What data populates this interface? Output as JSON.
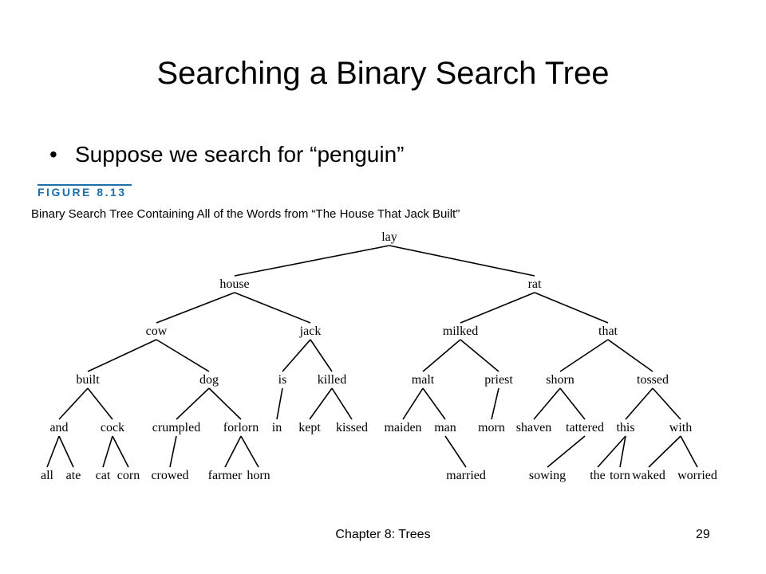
{
  "slide": {
    "title": "Searching a Binary Search Tree",
    "bullet_symbol": "•",
    "bullet_text": "Suppose we search for “penguin”"
  },
  "figure": {
    "label": "FIGURE 8.13",
    "caption": "Binary Search Tree Containing All of the Words from “The House That Jack Built”",
    "accent_color": "#1d6fa8"
  },
  "tree": {
    "nodes": [
      {
        "id": "lay",
        "label": "lay"
      },
      {
        "id": "house",
        "label": "house"
      },
      {
        "id": "rat",
        "label": "rat"
      },
      {
        "id": "cow",
        "label": "cow"
      },
      {
        "id": "jack",
        "label": "jack"
      },
      {
        "id": "milked",
        "label": "milked"
      },
      {
        "id": "that",
        "label": "that"
      },
      {
        "id": "built",
        "label": "built"
      },
      {
        "id": "dog",
        "label": "dog"
      },
      {
        "id": "is",
        "label": "is"
      },
      {
        "id": "killed",
        "label": "killed"
      },
      {
        "id": "malt",
        "label": "malt"
      },
      {
        "id": "priest",
        "label": "priest"
      },
      {
        "id": "shorn",
        "label": "shorn"
      },
      {
        "id": "tossed",
        "label": "tossed"
      },
      {
        "id": "and",
        "label": "and"
      },
      {
        "id": "cock",
        "label": "cock"
      },
      {
        "id": "crumpled",
        "label": "crumpled"
      },
      {
        "id": "forlorn",
        "label": "forlorn"
      },
      {
        "id": "in",
        "label": "in"
      },
      {
        "id": "kept",
        "label": "kept"
      },
      {
        "id": "kissed",
        "label": "kissed"
      },
      {
        "id": "maiden",
        "label": "maiden"
      },
      {
        "id": "man",
        "label": "man"
      },
      {
        "id": "morn",
        "label": "morn"
      },
      {
        "id": "shaven",
        "label": "shaven"
      },
      {
        "id": "tattered",
        "label": "tattered"
      },
      {
        "id": "this",
        "label": "this"
      },
      {
        "id": "with",
        "label": "with"
      },
      {
        "id": "all",
        "label": "all"
      },
      {
        "id": "ate",
        "label": "ate"
      },
      {
        "id": "cat",
        "label": "cat"
      },
      {
        "id": "corn",
        "label": "corn"
      },
      {
        "id": "crowed",
        "label": "crowed"
      },
      {
        "id": "farmer",
        "label": "farmer"
      },
      {
        "id": "horn",
        "label": "horn"
      },
      {
        "id": "married",
        "label": "married"
      },
      {
        "id": "sowing",
        "label": "sowing"
      },
      {
        "id": "the",
        "label": "the"
      },
      {
        "id": "torn",
        "label": "torn"
      },
      {
        "id": "waked",
        "label": "waked"
      },
      {
        "id": "worried",
        "label": "worried"
      }
    ],
    "edges": [
      [
        "lay",
        "house"
      ],
      [
        "lay",
        "rat"
      ],
      [
        "house",
        "cow"
      ],
      [
        "house",
        "jack"
      ],
      [
        "rat",
        "milked"
      ],
      [
        "rat",
        "that"
      ],
      [
        "cow",
        "built"
      ],
      [
        "cow",
        "dog"
      ],
      [
        "jack",
        "is"
      ],
      [
        "jack",
        "killed"
      ],
      [
        "milked",
        "malt"
      ],
      [
        "milked",
        "priest"
      ],
      [
        "that",
        "shorn"
      ],
      [
        "that",
        "tossed"
      ],
      [
        "built",
        "and"
      ],
      [
        "built",
        "cock"
      ],
      [
        "dog",
        "crumpled"
      ],
      [
        "dog",
        "forlorn"
      ],
      [
        "is",
        "in"
      ],
      [
        "killed",
        "kept"
      ],
      [
        "killed",
        "kissed"
      ],
      [
        "malt",
        "maiden"
      ],
      [
        "malt",
        "man"
      ],
      [
        "priest",
        "morn"
      ],
      [
        "shorn",
        "shaven"
      ],
      [
        "shorn",
        "tattered"
      ],
      [
        "tossed",
        "this"
      ],
      [
        "tossed",
        "with"
      ],
      [
        "and",
        "all"
      ],
      [
        "and",
        "ate"
      ],
      [
        "cock",
        "cat"
      ],
      [
        "cock",
        "corn"
      ],
      [
        "crumpled",
        "crowed"
      ],
      [
        "forlorn",
        "farmer"
      ],
      [
        "forlorn",
        "horn"
      ],
      [
        "man",
        "married"
      ],
      [
        "tattered",
        "sowing"
      ],
      [
        "this",
        "the"
      ],
      [
        "this",
        "torn"
      ],
      [
        "with",
        "waked"
      ],
      [
        "with",
        "worried"
      ]
    ]
  },
  "footer": {
    "chapter": "Chapter 8: Trees",
    "page": "29"
  }
}
